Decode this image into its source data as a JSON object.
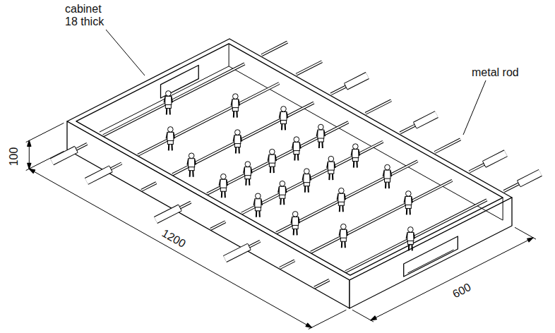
{
  "diagram": {
    "labels": [
      "cabinet",
      "18 thick",
      "metal rod",
      "100",
      "1200",
      "600"
    ]
  }
}
